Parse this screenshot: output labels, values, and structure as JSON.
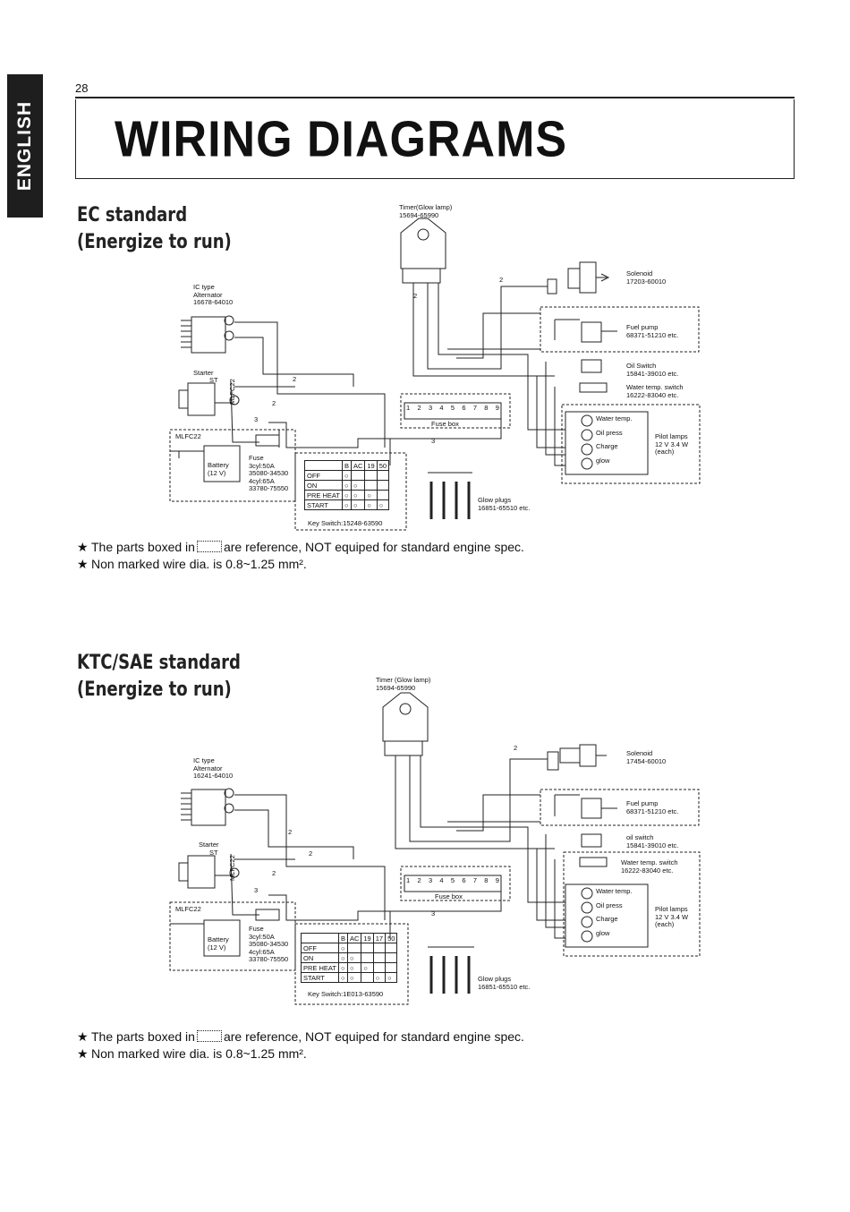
{
  "side_tab": "ENGLISH",
  "page_number": "28",
  "title": "WIRING DIAGRAMS",
  "sections": [
    {
      "title_line1": "EC standard",
      "title_line2": "(Energize to run)",
      "timer": "Timer(Glow lamp)",
      "timer_pn": "15694-65990",
      "alternator": [
        "IC type",
        "Alternator",
        "16678-64010"
      ],
      "solenoid": "Solenoid",
      "solenoid_pn": "17203-60010",
      "fuel_pump": "Fuel pump",
      "fuel_pump_pn": "68371-51210 etc.",
      "oil_switch": "Oil Switch",
      "oil_switch_pn": "15841-39010 etc.",
      "water_switch": "Water temp. switch",
      "water_switch_pn": "16222-83040 etc.",
      "starter": "Starter",
      "st": "ST",
      "mlfc": "MLFC22",
      "wire_gauges": [
        "2",
        "2",
        "2",
        "3",
        "2",
        "3"
      ],
      "fuse_box": "Fuse box",
      "fuse_box_cells": [
        "1",
        "2",
        "3",
        "4",
        "5",
        "6",
        "7",
        "8",
        "9"
      ],
      "battery": "Battery",
      "battery_v": "(12 V)",
      "fuse": [
        "Fuse",
        "3cyl:50A",
        "35080-34530",
        "4cyl:65A",
        "33780-75550"
      ],
      "pilot_lamps": [
        "Water temp.",
        "Oil press",
        "Charge",
        "glow"
      ],
      "pilot_label": [
        "Pilot lamps",
        "12 V 3.4 W",
        "(each)"
      ],
      "key_header": [
        "",
        "B",
        "AC",
        "19",
        "50"
      ],
      "key_rows": [
        "OFF",
        "ON",
        "PRE HEAT",
        "START"
      ],
      "key_switch": "Key Switch:15248-63590",
      "glow_plugs": "Glow plugs",
      "glow_plugs_pn": "16851-65510 etc.",
      "note1_pre": "The parts boxed in",
      "note1_post": "are reference, NOT equiped for standard engine spec.",
      "note2": "Non marked wire dia. is 0.8~1.25 mm²."
    },
    {
      "title_line1": "KTC/SAE standard",
      "title_line2": "(Energize to run)",
      "timer": "Timer (Glow lamp)",
      "timer_pn": "15694-65990",
      "alternator": [
        "IC type",
        "Alternator",
        "16241-64010"
      ],
      "solenoid": "Solenoid",
      "solenoid_pn": "17454-60010",
      "fuel_pump": "Fuel pump",
      "fuel_pump_pn": "68371-51210 etc.",
      "oil_switch": "oil switch",
      "oil_switch_pn": "15841-39010 etc.",
      "water_switch": "Water temp. switch",
      "water_switch_pn": "16222-83040 etc.",
      "starter": "Starter",
      "st": "ST",
      "mlfc": "MLFC22",
      "wire_gauges": [
        "2",
        "2",
        "2",
        "3",
        "2",
        "3"
      ],
      "fuse_box": "Fuse box",
      "fuse_box_cells": [
        "1",
        "2",
        "3",
        "4",
        "5",
        "6",
        "7",
        "8",
        "9"
      ],
      "battery": "Battery",
      "battery_v": "(12 V)",
      "fuse": [
        "Fuse",
        "3cyl:50A",
        "35080-34530",
        "4cyl:65A",
        "33780-75550"
      ],
      "pilot_lamps": [
        "Water temp.",
        "Oil press",
        "Charge",
        "glow"
      ],
      "pilot_label": [
        "Pilot lamps",
        "12 V 3.4 W",
        "(each)"
      ],
      "key_header": [
        "",
        "B",
        "AC",
        "19",
        "17",
        "50"
      ],
      "key_rows": [
        "OFF",
        "ON",
        "PRE HEAT",
        "START"
      ],
      "key_switch": "Key Switch:1E013-63590",
      "glow_plugs": "Glow plugs",
      "glow_plugs_pn": "16851-65510 etc.",
      "note1_pre": "The parts boxed in",
      "note1_post": "are reference, NOT equiped for standard engine spec.",
      "note2": "Non marked wire dia. is 0.8~1.25 mm²."
    }
  ]
}
